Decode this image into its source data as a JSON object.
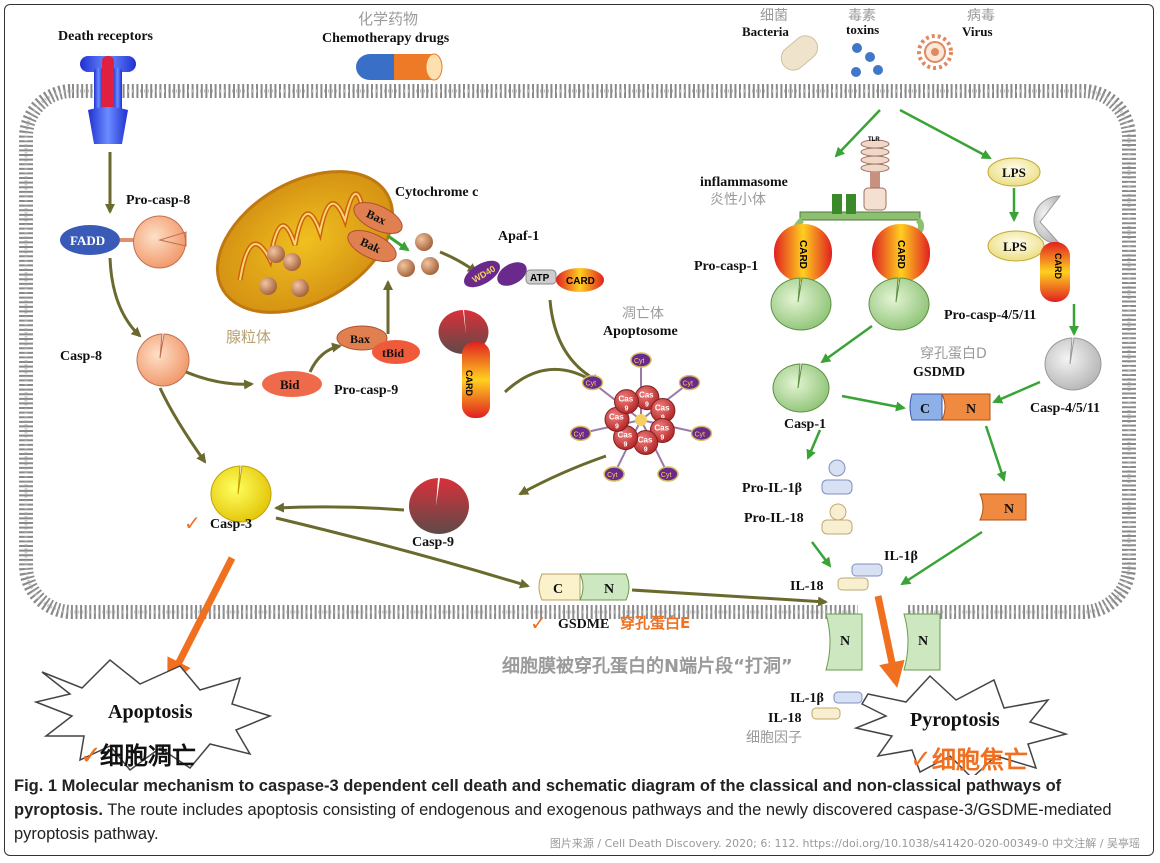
{
  "labels": {
    "death_receptors": "Death receptors",
    "chemo_cn": "化学药物",
    "chemo_en": "Chemotherapy  drugs",
    "bacteria_cn": "细菌",
    "bacteria_en": "Bacteria",
    "toxins_cn": "毒素",
    "toxins_en": "toxins",
    "virus_cn": "病毒",
    "virus_en": "Virus",
    "pro_casp8": "Pro-casp-8",
    "fadd": "FADD",
    "casp8": "Casp-8",
    "bid": "Bid",
    "bax": "Bax",
    "bak": "Bak",
    "tbid": "tBid",
    "mito_cn": "腺粒体",
    "cytochrome": "Cytochrome  c",
    "apaf1": "Apaf-1",
    "wd40": "WD40",
    "atp": "ATP",
    "card": "CARD",
    "apoptosome_cn": "凋亡体",
    "apoptosome_en": "Apoptosome",
    "pro_casp9": "Pro-casp-9",
    "casp9": "Casp-9",
    "casp3": "Casp-3",
    "gsdme": "GSDME",
    "gsdme_cn": "穿孔蛋白E",
    "inflammasome": "inflammasome",
    "inflammasome_cn": "炎性小体",
    "pro_casp1": "Pro-casp-1",
    "casp1": "Casp-1",
    "lps": "LPS",
    "pro_casp4511": "Pro-casp-4/5/11",
    "casp4511": "Casp-4/5/11",
    "gsdmd_cn": "穿孔蛋白D",
    "gsdmd": "GSDMD",
    "c": "C",
    "n": "N",
    "pro_il1b": "Pro-IL-1β",
    "pro_il18": "Pro-IL-18",
    "il1b": "IL-1β",
    "il18": "IL-18",
    "pore_cn": "细胞膜被穿孔蛋白的N端片段“打洞”",
    "cytokine_cn": "细胞因子",
    "apoptosis": "Apoptosis",
    "apoptosis_cn": "细胞凋亡",
    "pyroptosis": "Pyroptosis",
    "pyroptosis_cn": "细胞焦亡",
    "tlr": "TLR",
    "cas": "Cas",
    "nine": "9",
    "cyt": "Cyt",
    "check": "✓"
  },
  "caption": {
    "bold": "Fig. 1 Molecular mechanism to caspase-3 dependent cell death and schematic diagram of the classical and non-classical pathways of pyroptosis.",
    "text": " The route includes apoptosis consisting of endogenous and exogenous pathways and the newly discovered caspase-3/GSDME-mediated pyroptosis pathway."
  },
  "source": "图片来源 / Cell Death Discovery. 2020; 6: 112. https://doi.org/10.1038/s41420-020-00349-0   中文注解 / 吴亭瑶",
  "colors": {
    "olive_arrow": "#6b6a2e",
    "green_arrow": "#3aa336",
    "orange": "#f07020",
    "membrane": "#888"
  }
}
